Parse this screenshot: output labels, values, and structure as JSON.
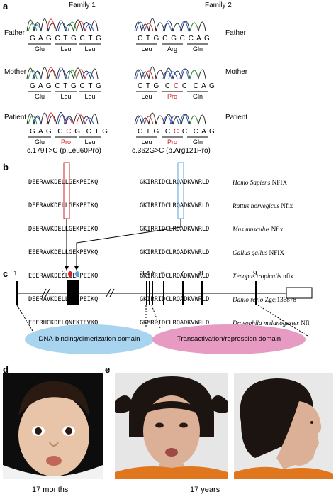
{
  "panels": {
    "a": "a",
    "b": "b",
    "c": "c",
    "d": "d",
    "e": "e"
  },
  "family1": {
    "title": "Family 1",
    "rows": [
      {
        "role": "Father",
        "bases": "G A G  C T G  C T G",
        "aa": [
          "Glu",
          "Leu",
          "Leu"
        ]
      },
      {
        "role": "Mother",
        "bases": "G A G  C T G  C T G",
        "aa": [
          "Glu",
          "Leu",
          "Leu"
        ]
      },
      {
        "role": "Patient",
        "bases_pre": "G A G  C ",
        "bases_mut": "C",
        "bases_post": " G  C T G",
        "aa": [
          "Glu",
          "Pro",
          "Leu"
        ]
      }
    ],
    "mutation": "c.179T>C (p.Leu60Pro)"
  },
  "family2": {
    "title": "Family 2",
    "rows": [
      {
        "role": "Father",
        "bases": "C T G  C G C  C A G",
        "aa": [
          "Leu",
          "Arg",
          "Gln"
        ]
      },
      {
        "role": "Mother",
        "bases_pre": "C T G  C ",
        "bases_mut": "C",
        "bases_post": " C  C A G",
        "aa": [
          "Leu",
          "Pro",
          "Gln"
        ]
      },
      {
        "role": "Patient",
        "bases_pre": "C T G  C ",
        "bases_mut": "C",
        "bases_post": " C  C A G",
        "aa": [
          "Leu",
          "Pro",
          "Gln"
        ]
      }
    ],
    "mutation": "c.362G>C (p.Arg121Pro)"
  },
  "alignment": {
    "left": [
      "DEERAVKDELLGEKPEIKQ",
      "DEERAVKDELLGEKPEIKQ",
      "DEERAVKDELLGEKPEIKQ",
      "EEERAVKDELLGEKPEVKQ",
      "EEERAVKDELLGEKPEIKQ",
      "DEERAVKDELLGEKPEIKQ",
      "EEERHCKDELQNEKTEVKQ"
    ],
    "right": [
      "GKIRRIDCLRQADKVWRLD",
      "GKIRRIDCLRQADKVWRLD",
      "GKIRRIDCLRQADKVWRLD",
      "GKIRRIDCLRQADKVWRLD",
      "GKIRRIDCLRQADKVWRLD",
      "GKIRRIDCLRQADKVWRLD",
      "GKMRRIDCLRQADKVWRLD"
    ],
    "species": [
      {
        "name": "Homo Sapiens",
        "gene": "NFIX"
      },
      {
        "name": "Rattus norvegicus",
        "gene": "Nfix"
      },
      {
        "name": "Mus musculus",
        "gene": "Nfix"
      },
      {
        "name": "Gallus gallus",
        "gene": "NFIX"
      },
      {
        "name": "Xenopus tropicalis",
        "gene": "nfix"
      },
      {
        "name": "Danio rerio",
        "gene": "Zgc:136878"
      },
      {
        "name": "Drosophila melanogaster",
        "gene": "Nfl"
      }
    ]
  },
  "gene": {
    "exons": [
      "1",
      "2",
      "3",
      "4",
      "5",
      "6",
      "7",
      "8",
      "9"
    ],
    "domains": [
      {
        "label": "DNA-binding/dimerization domain",
        "color": "#a9d4f0"
      },
      {
        "label": "Transactivation/repression domain",
        "color": "#e79bc3"
      }
    ],
    "mutation_colors": [
      "#d0202a",
      "#5aa5db"
    ]
  },
  "captions": {
    "d": "17 months",
    "e": "17 years"
  },
  "colors": {
    "trace_A": "#2e9e3a",
    "trace_C": "#2a55c9",
    "trace_G": "#222222",
    "trace_T": "#d0202a",
    "mutation": "#d0202a",
    "box_red": "#d0202a",
    "box_blue": "#5aa5db"
  }
}
